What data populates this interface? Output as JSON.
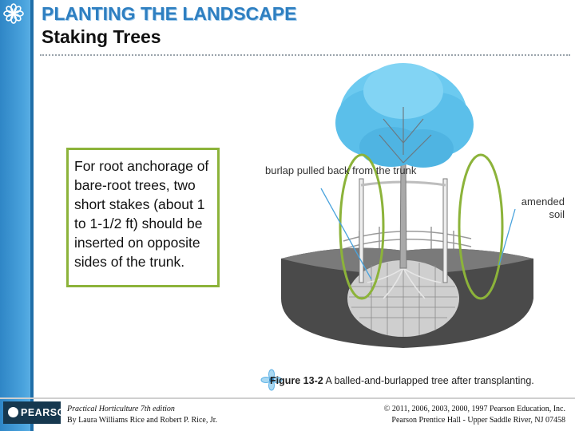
{
  "slide": {
    "title": "PLANTING THE LANDSCAPE",
    "subtitle": "Staking Trees"
  },
  "callout": {
    "text": "For root anchorage of bare-root trees, two short stakes (about 1 to 1-1/2 ft) should be inserted on opposite sides of the trunk."
  },
  "figure": {
    "label_burlap": "burlap pulled back from the trunk",
    "label_soil": "amended soil",
    "caption_number": "Figure 13-2",
    "caption_text": " A balled-and-burlapped tree after transplanting."
  },
  "footer": {
    "logo": "PEARSON",
    "book_title": "Practical Horticulture 7th edition",
    "authors": "By Laura Williams Rice and Robert P. Rice, Jr.",
    "copyright": "© 2011, 2006, 2003, 2000, 1997 Pearson Education, Inc.",
    "publisher": "Pearson Prentice Hall - Upper Saddle River, NJ 07458"
  },
  "colors": {
    "title": "#2e7fc1",
    "side_bar": "#3b95d3",
    "callout_border": "#8cb33a",
    "foliage": "#5fc6ee",
    "green_ellipse": "#8cb33a"
  }
}
